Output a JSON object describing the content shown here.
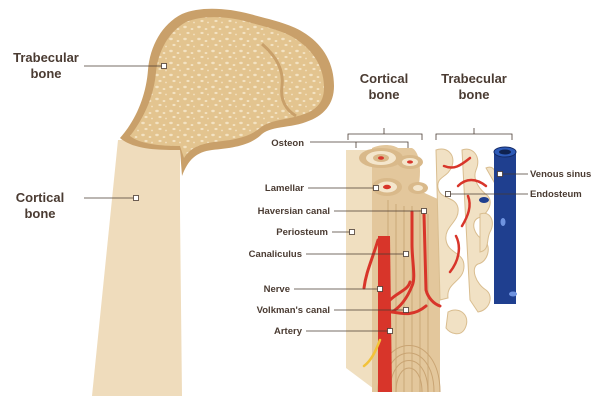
{
  "femur": {
    "trabecular_label_line1": "Trabecular",
    "trabecular_label_line2": "bone",
    "cortical_label_line1": "Cortical",
    "cortical_label_line2": "bone"
  },
  "section": {
    "cortical_header_line1": "Cortical",
    "cortical_header_line2": "bone",
    "trabecular_header_line1": "Trabecular",
    "trabecular_header_line2": "bone"
  },
  "labels": {
    "osteon": "Osteon",
    "lamellar": "Lamellar",
    "haversian_canal": "Haversian canal",
    "periosteum": "Periosteum",
    "canaliculus": "Canaliculus",
    "nerve": "Nerve",
    "volkmans_canal": "Volkman's canal",
    "artery": "Artery",
    "venous_sinus": "Venous sinus",
    "endosteum": "Endosteum"
  },
  "colors": {
    "cortical": "#e8d3ad",
    "cortical_dark": "#d7bb8c",
    "trabecular": "#e2c190",
    "trabecular_rim": "#c9a06a",
    "artery": "#d8352a",
    "vein": "#1f3f8f",
    "nerve": "#f2c23a",
    "text": "#4a3b32"
  }
}
